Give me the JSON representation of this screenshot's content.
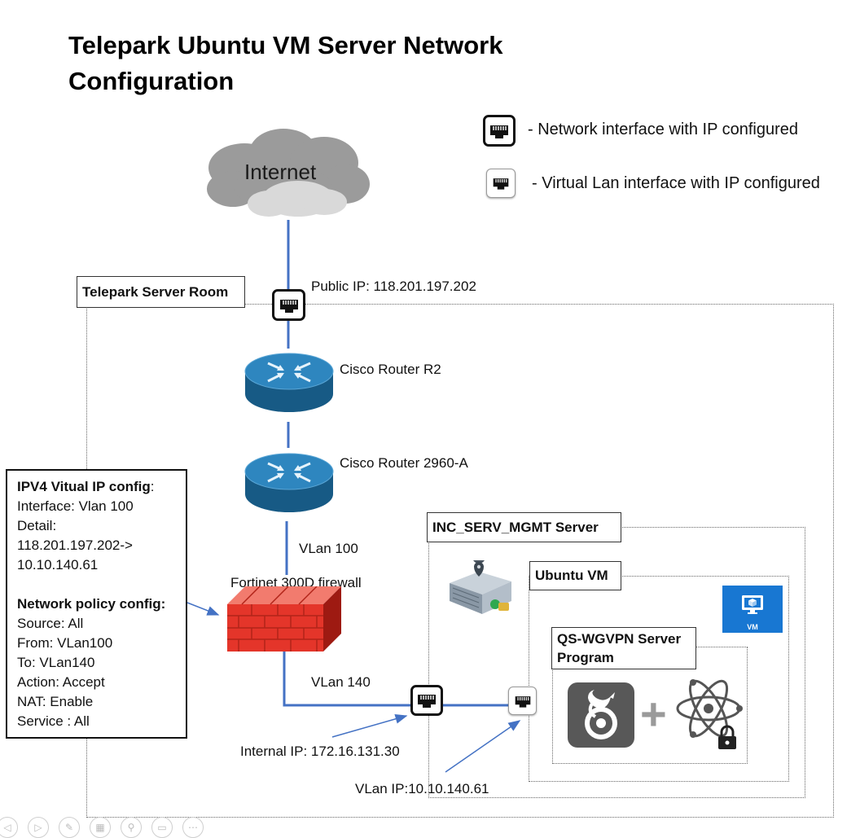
{
  "title": {
    "line1": "Telepark  Ubuntu VM Server Network",
    "line2": "Configuration"
  },
  "legend": {
    "network_interface": "- Network interface with IP configured",
    "vlan_interface": "- Virtual Lan interface with IP configured"
  },
  "cloud": {
    "label": "Internet"
  },
  "server_room": {
    "label": "Telepark Server Room"
  },
  "public_ip": "Public IP: 118.201.197.202",
  "routers": {
    "r2": "Cisco Router R2",
    "r2960": "Cisco Router 2960-A"
  },
  "vlan100": "VLan 100",
  "firewall": {
    "label": "Fortinet 300D  firewall"
  },
  "vlan140": "VLan 140",
  "config_box": {
    "ipv4_title": "IPV4 Vitual IP config",
    "ipv4_colon": ":",
    "interface": "Interface: Vlan 100",
    "detail": "Detail:",
    "detail_from": "118.201.197.202->",
    "detail_to": "10.10.140.61",
    "policy_title": "Network policy config:",
    "source": "Source: All",
    "from": "From: VLan100",
    "to": "To: VLan140",
    "action": "Action: Accept",
    "nat": "NAT: Enable",
    "service": "Service : All"
  },
  "mgmt_server": {
    "label": "INC_SERV_MGMT Server"
  },
  "ubuntu_vm": {
    "label": "Ubuntu VM",
    "vm_badge": "VM"
  },
  "wgvpn": {
    "line1": "QS-WGVPN Server",
    "line2": "Program"
  },
  "internal_ip": "Internal IP: 172.16.131.30",
  "vlan_ip": "VLan IP:10.10.140.61",
  "icons": {
    "cloud": "cloud-icon",
    "router": "router-icon",
    "firewall": "firewall-icon",
    "ethernet_port": "ethernet-port-icon",
    "server": "server-icon",
    "vm": "vm-icon",
    "wireguard": "wireguard-icon",
    "atom_lock": "atom-lock-icon"
  },
  "colors": {
    "link": "#4472c4",
    "arrow": "#4472c4",
    "router": "#1e6fa0",
    "firewall": "#e4352a",
    "vm_tile": "#1877d2"
  }
}
